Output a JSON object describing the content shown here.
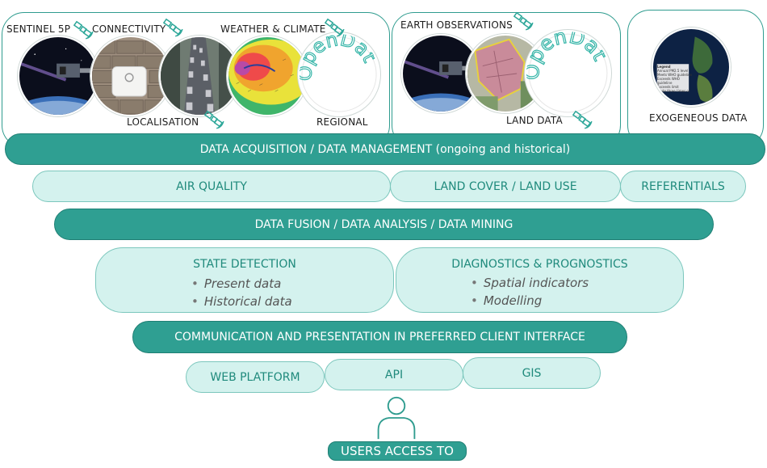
{
  "sources": {
    "left": [
      "SENTINEL 5P",
      "CONNECTIVITY",
      "WEATHER & CLIMATE",
      "LOCALISATION",
      "REGIONAL"
    ],
    "middle": [
      "EARTH OBSERVATIONS",
      "LAND DATA"
    ],
    "right": [
      "EXOGENEOUS DATA"
    ],
    "opendata_text": "OpenData",
    "map_legend": [
      "Legend",
      "Annual PM2.5 level",
      "Meets WHO guideline",
      "Exceeds WHO guideline",
      "Exceeds limit",
      "Made three times or more"
    ]
  },
  "layers": {
    "acquisition": "DATA ACQUISITION / DATA MANAGEMENT (ongoing and historical)",
    "categories": [
      "AIR QUALITY",
      "LAND COVER / LAND USE",
      "REFERENTIALS"
    ],
    "fusion": "DATA FUSION / DATA ANALYSIS / DATA MINING",
    "state": {
      "title": "STATE DETECTION",
      "items": [
        "Present data",
        "Historical data"
      ]
    },
    "diag": {
      "title": "DIAGNOSTICS & PROGNOSTICS",
      "items": [
        "Spatial indicators",
        "Modelling"
      ]
    },
    "communication": "COMMUNICATION AND PRESENTATION IN PREFERRED CLIENT INTERFACE",
    "interfaces": [
      "WEB PLATFORM",
      "API",
      "GIS"
    ],
    "users": "USERS ACCESS TO"
  },
  "colors": {
    "dark": "#2f9f92",
    "light": "#d4f2ee",
    "text_light": "#1f8a7c",
    "border": "#2f9c8f"
  }
}
